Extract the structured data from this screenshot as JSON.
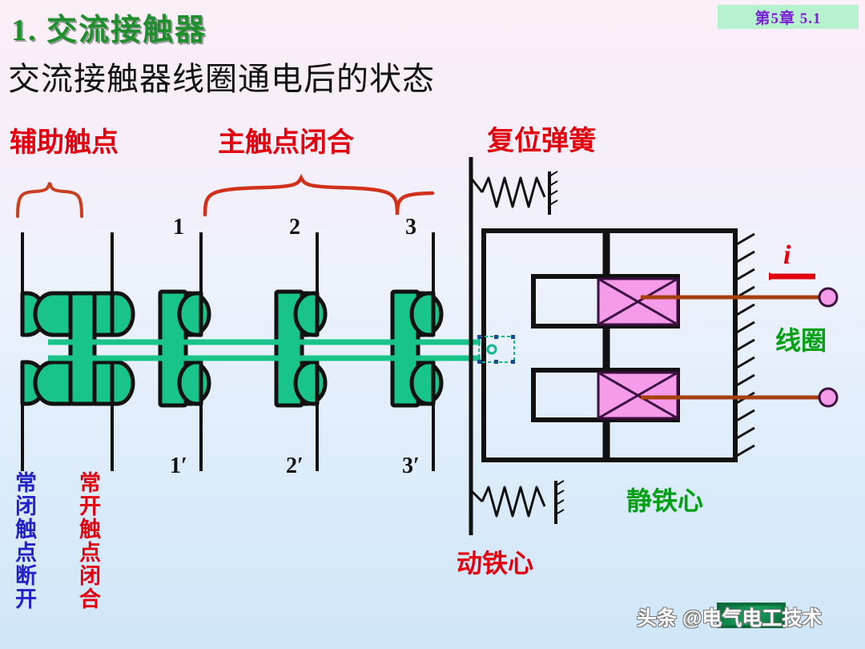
{
  "badge": {
    "text": "第5章  5.1"
  },
  "titles": {
    "heading": "1.  交流接触器",
    "subheading": "交流接触器线圈通电后的状态"
  },
  "labels": {
    "auxiliary_contacts": "辅助触点",
    "main_contacts_closed": "主触点闭合",
    "reset_spring": "复位弹簧",
    "coil": "线圈",
    "static_iron_core": "静铁心",
    "moving_iron_core": "动铁心",
    "nc_contacts_open": "常闭触点断开",
    "no_contacts_closed": "常开触点闭合",
    "current_symbol": "i"
  },
  "terminals": {
    "top": [
      "1",
      "2",
      "3"
    ],
    "bottom": [
      "1′",
      "2′",
      "3′"
    ]
  },
  "watermark": {
    "text": "头条 @电气电工技术"
  },
  "colors": {
    "title_green": "#1f8f2e",
    "badge_bg": "#b6f2cf",
    "badge_text": "#7b1fd6",
    "label_red": "#e2000f",
    "label_green": "#00a013",
    "label_blue": "#2222c8",
    "contact_green": "#18c48a",
    "coil_pink": "#f59bea",
    "wire_brown": "#a6400f",
    "brace_red": "#d1301a"
  },
  "diagram": {
    "type": "ac-contactor-schematic",
    "state": "coil energized",
    "contact_sets": [
      {
        "name": "auxiliary-nc",
        "state": "open"
      },
      {
        "name": "auxiliary-no",
        "state": "closed"
      },
      {
        "name": "main-1",
        "state": "closed"
      },
      {
        "name": "main-2",
        "state": "closed"
      },
      {
        "name": "main-3",
        "state": "closed"
      }
    ],
    "springs": [
      "top-reset-spring",
      "bottom-reset-spring"
    ],
    "coil_windings": 2,
    "terminal_posts": 2
  }
}
